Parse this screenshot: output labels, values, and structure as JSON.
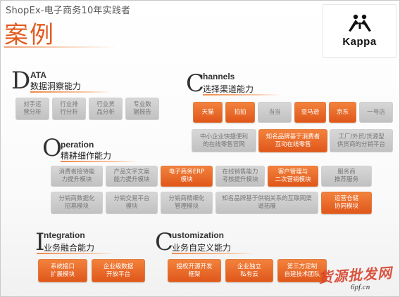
{
  "header": {
    "subtitle": "ShopEx-电子商务10年实践者",
    "title": "案例",
    "logo_text": "Kappa"
  },
  "sections": {
    "data": {
      "letter": "D",
      "en": "ATA",
      "cn": "数据洞察能力",
      "items": [
        "对手运\n营分析",
        "行业排\n行分析",
        "行业货\n品分析",
        "专业数\n据报告"
      ]
    },
    "channels": {
      "letter": "C",
      "en": "hannels",
      "cn": "选择渠道能力",
      "row1": [
        "天猫",
        "拍拍",
        "当当",
        "亚马逊",
        "京东",
        "一号店"
      ],
      "row2": [
        "中小企业快捷便利\n的在线零售官网",
        "知名品牌基于消费者\n互动在线零售",
        "工厂/外贸/货源型\n供货商的分销平台"
      ]
    },
    "operation": {
      "letter": "O",
      "en": "peration",
      "cn": "精耕细作能力",
      "row1": [
        "消费者接待能\n力提升模块",
        "产品文字文案\n能力提升模块",
        "电子商务ERP\n模块",
        "在线销售能力\n考核提升模块",
        "客户管理与\n二次营销模块",
        "服务商\n推荐服务"
      ],
      "row2": [
        "分销商数据化\n招募模块",
        "分销交易平台\n模块",
        "分销商精细化\n管理模块",
        "知名品牌基于供销关系的互联网渠\n道拓展",
        "运营仓储\n协同模块"
      ]
    },
    "integration": {
      "letter": "I",
      "en": "ntegration",
      "cn": "业务融合能力",
      "items": [
        "系统接口\n扩展模块",
        "企业级数据\n开放平台"
      ]
    },
    "customization": {
      "letter": "C",
      "en": "ustomization",
      "cn": "业务自定义能力",
      "items": [
        "授权开源开发\n框架",
        "企业独立\n私有云",
        "第三方定制\n自建技术团队"
      ]
    }
  },
  "watermark": {
    "cn": "货源批发网",
    "url": "6pf.cn"
  },
  "colors": {
    "accent": "#e35b1f",
    "orange_box": "#e96b2a",
    "gray_box": "#c9c9c9"
  }
}
